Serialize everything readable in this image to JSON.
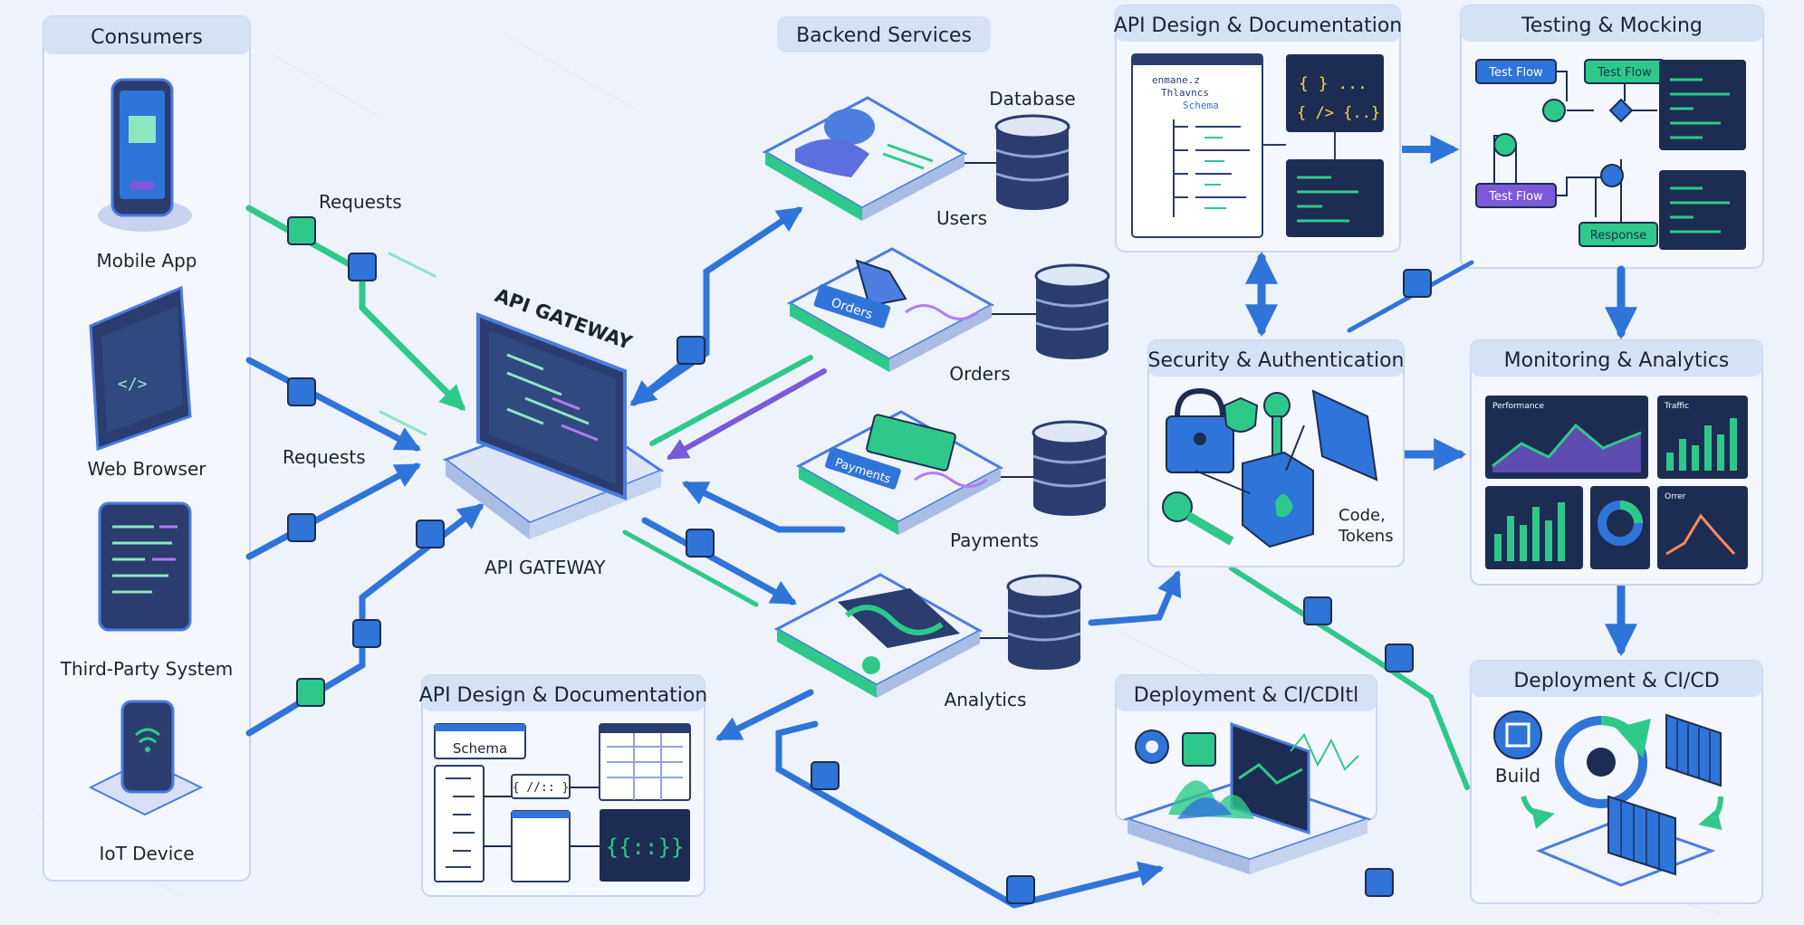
{
  "consumers": {
    "title": "Consumers",
    "items": [
      "Mobile App",
      "Web Browser",
      "Third-Party System",
      "IoT Device"
    ]
  },
  "backend": {
    "title": "Backend Services",
    "database_label": "Database",
    "services": [
      "Users",
      "Orders",
      "Payments",
      "Analytics"
    ],
    "orders_tag": "Orders",
    "payments_tag": "Payments"
  },
  "gateway": {
    "label_top": "API GATEWAY",
    "label_bottom": "API GATEWAY"
  },
  "flows": {
    "requests_top": "Requests",
    "requests_mid": "Requests"
  },
  "panels": {
    "api_design_top": {
      "title": "API Design & Documentation",
      "tree_lines": [
        "enmane.z",
        "Thlavncs",
        "Schema"
      ],
      "code_a": "{ }  ...",
      "code_b": "{ /> {..}"
    },
    "testing": {
      "title": "Testing & Mocking",
      "nodes": [
        "Test Flow",
        "Test Flow",
        "Test Flow",
        "Response"
      ]
    },
    "security": {
      "title": "Security & Authentication",
      "note_line1": "Code,",
      "note_line2": "Tokens"
    },
    "monitoring": {
      "title": "Monitoring & Analytics",
      "chart_labels": [
        "Performance",
        "Traffic",
        "Orrer"
      ]
    },
    "api_design_bottom": {
      "title": "API Design & Documentation",
      "schema_label": "Schema",
      "code_tag": "{ //:: }",
      "braces": "{{::}}"
    },
    "deployment_mid": {
      "title": "Deployment & CI/CDItl"
    },
    "deployment_right": {
      "title": "Deployment & CI/CD",
      "build_label": "Build"
    }
  },
  "colors": {
    "blue": "#2f74d8",
    "green": "#2ec98a",
    "navy": "#1d2c52",
    "panel_head": "#d5e2f6",
    "purple": "#7a5ad8"
  }
}
